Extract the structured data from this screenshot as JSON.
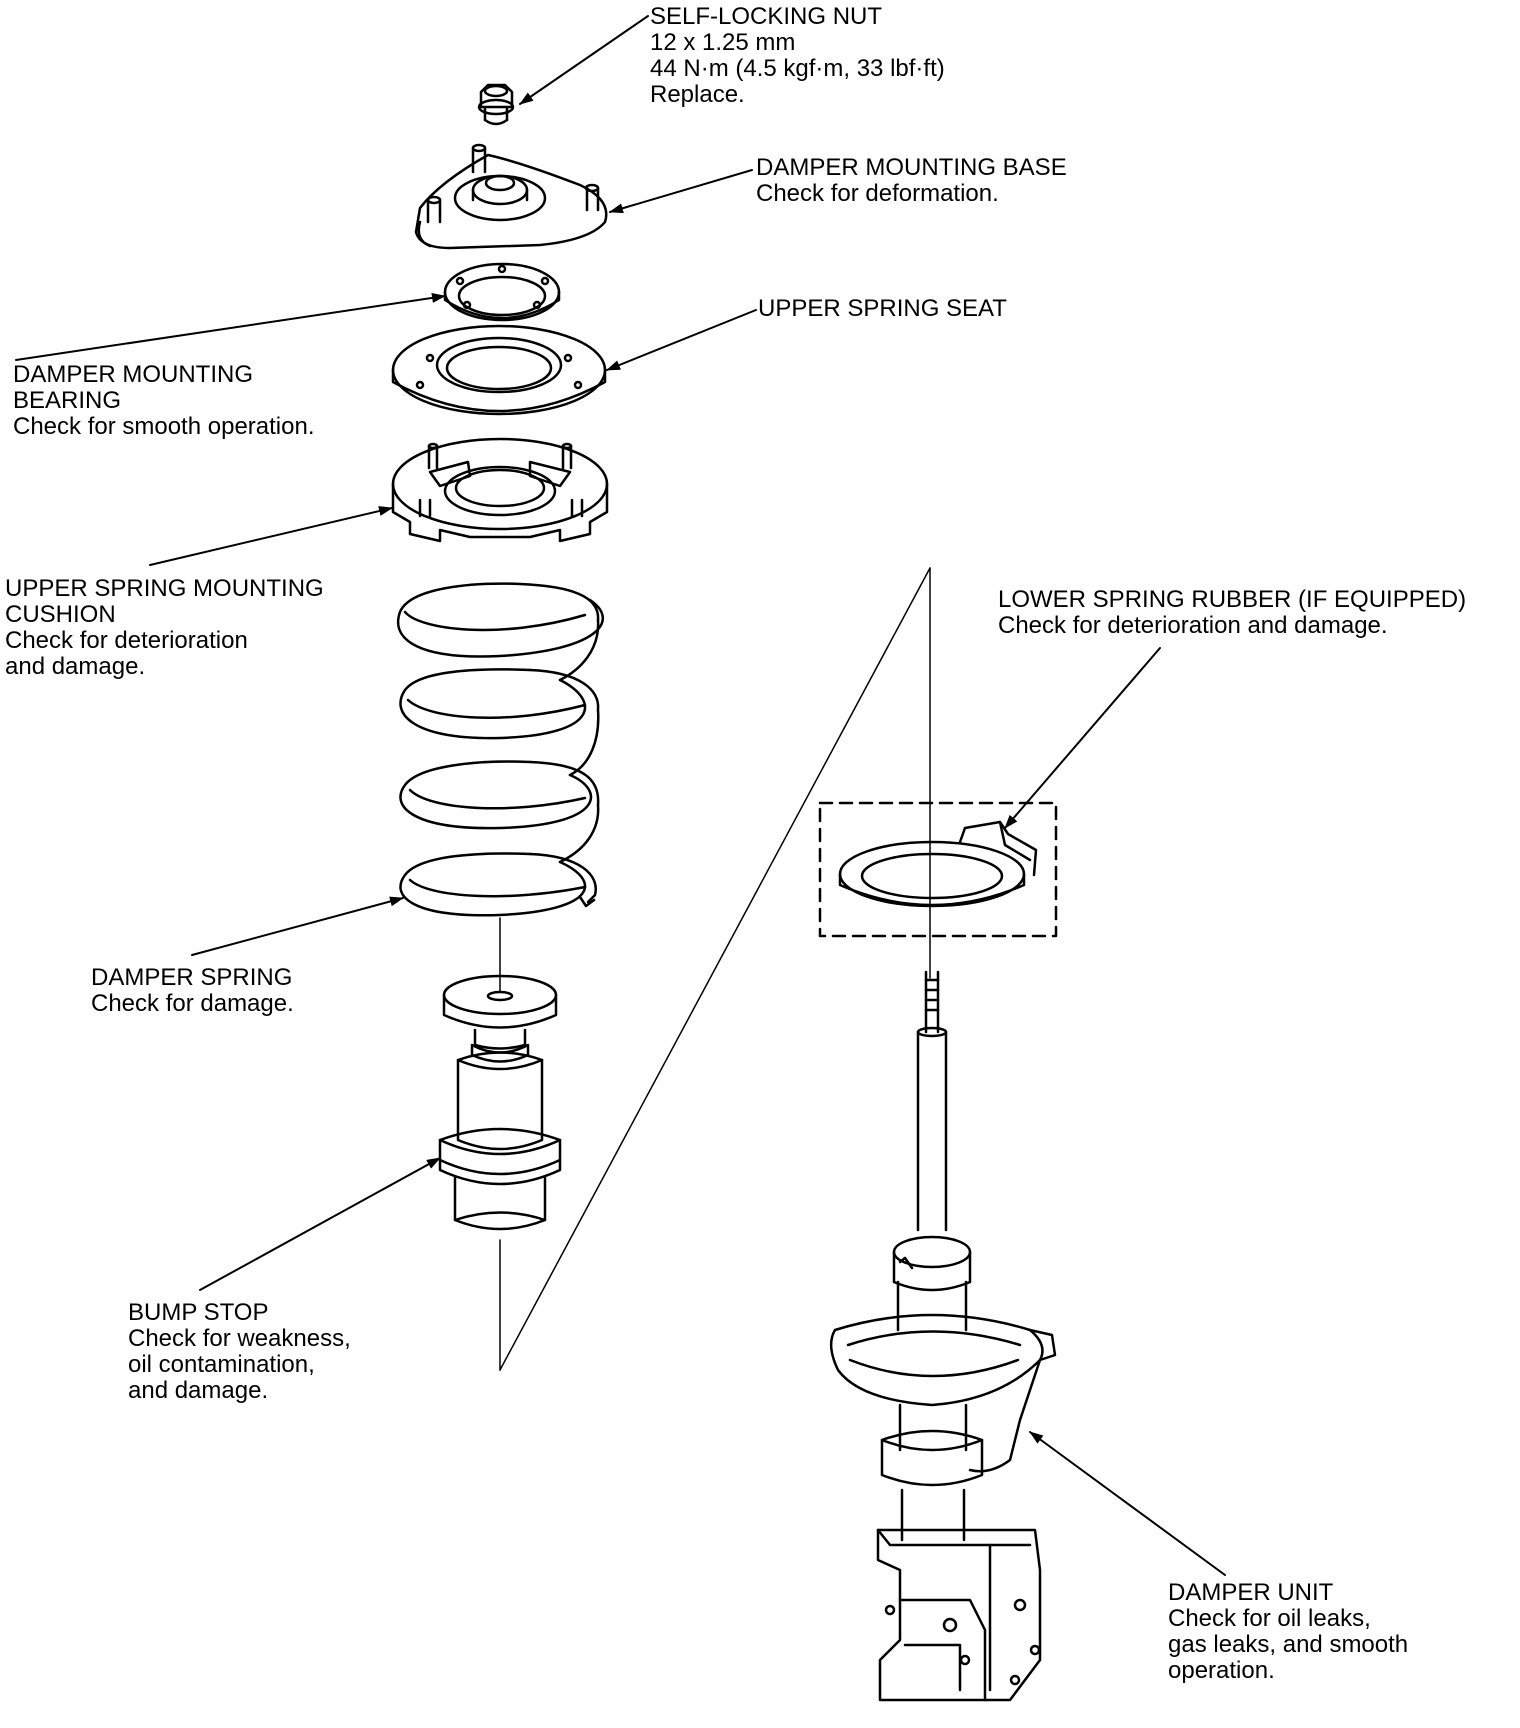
{
  "colors": {
    "ink": "#000000",
    "paper": "#ffffff"
  },
  "callouts": {
    "self_locking_nut": {
      "title": "SELF-LOCKING NUT",
      "size": "12 x 1.25 mm",
      "torque": "44 N·m (4.5 kgf·m, 33 lbf·ft)",
      "note": "Replace."
    },
    "damper_mounting_base": {
      "title": "DAMPER MOUNTING BASE",
      "note": "Check for deformation."
    },
    "upper_spring_seat": {
      "title": "UPPER SPRING SEAT"
    },
    "damper_mounting_bearing": {
      "title_line1": "DAMPER MOUNTING",
      "title_line2": "BEARING",
      "note": "Check for smooth operation."
    },
    "upper_spring_mounting_cushion": {
      "title_line1": "UPPER SPRING MOUNTING",
      "title_line2": "CUSHION",
      "note_line1": "Check for deterioration",
      "note_line2": "and damage."
    },
    "lower_spring_rubber": {
      "title": "LOWER SPRING RUBBER (IF EQUIPPED)",
      "note": "Check for deterioration and damage."
    },
    "damper_spring": {
      "title": "DAMPER SPRING",
      "note": "Check for damage."
    },
    "bump_stop": {
      "title": "BUMP STOP",
      "note_line1": "Check for weakness,",
      "note_line2": "oil contamination,",
      "note_line3": "and damage."
    },
    "damper_unit": {
      "title": "DAMPER UNIT",
      "note_line1": "Check for oil leaks,",
      "note_line2": "gas leaks, and smooth",
      "note_line3": "operation."
    }
  }
}
